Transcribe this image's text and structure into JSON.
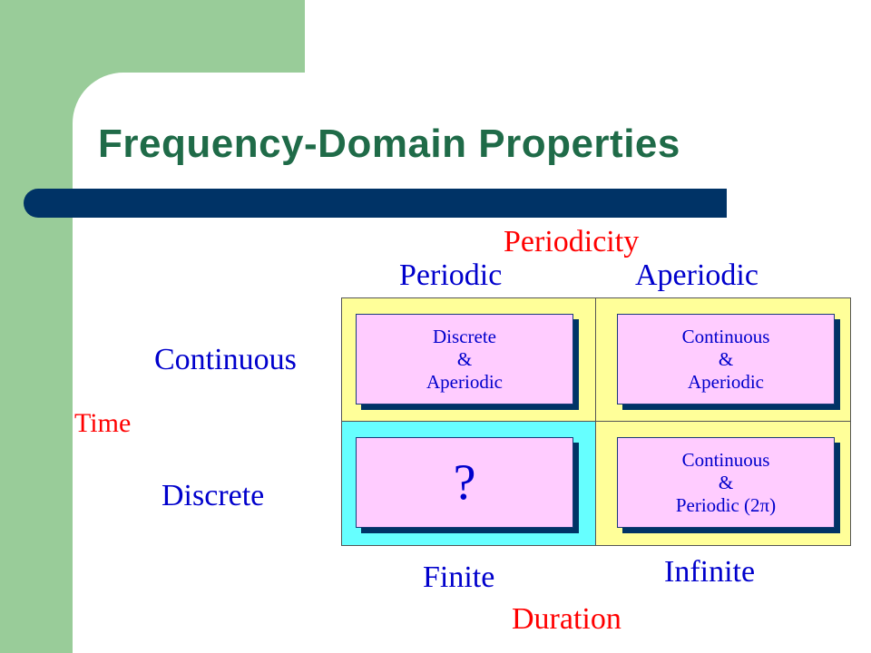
{
  "slide": {
    "title": "Frequency-Domain Properties"
  },
  "axes": {
    "top_heading": "Periodicity",
    "top_left": "Periodic",
    "top_right": "Aperiodic",
    "left_heading": "Time",
    "left_top": "Continuous",
    "left_bottom": "Discrete",
    "bottom_heading": "Duration",
    "bottom_left": "Finite",
    "bottom_right": "Infinite"
  },
  "cells": {
    "top_left": {
      "line1": "Discrete",
      "line2": "&",
      "line3": "Aperiodic"
    },
    "top_right": {
      "line1": "Continuous",
      "line2": "&",
      "line3": "Aperiodic"
    },
    "bottom_left": {
      "mark": "?"
    },
    "bottom_right": {
      "line1": "Continuous",
      "line2": "&",
      "line3": "Periodic (2π)"
    }
  },
  "colors": {
    "accent_green": "#99cc99",
    "title_color": "#1f6b48",
    "title_bar": "#003366",
    "label_blue": "#0000cc",
    "label_red": "#ff0000",
    "quadrant_yellow": "#ffff99",
    "quadrant_cyan": "#66ffff",
    "card_pink": "#ffccff"
  }
}
